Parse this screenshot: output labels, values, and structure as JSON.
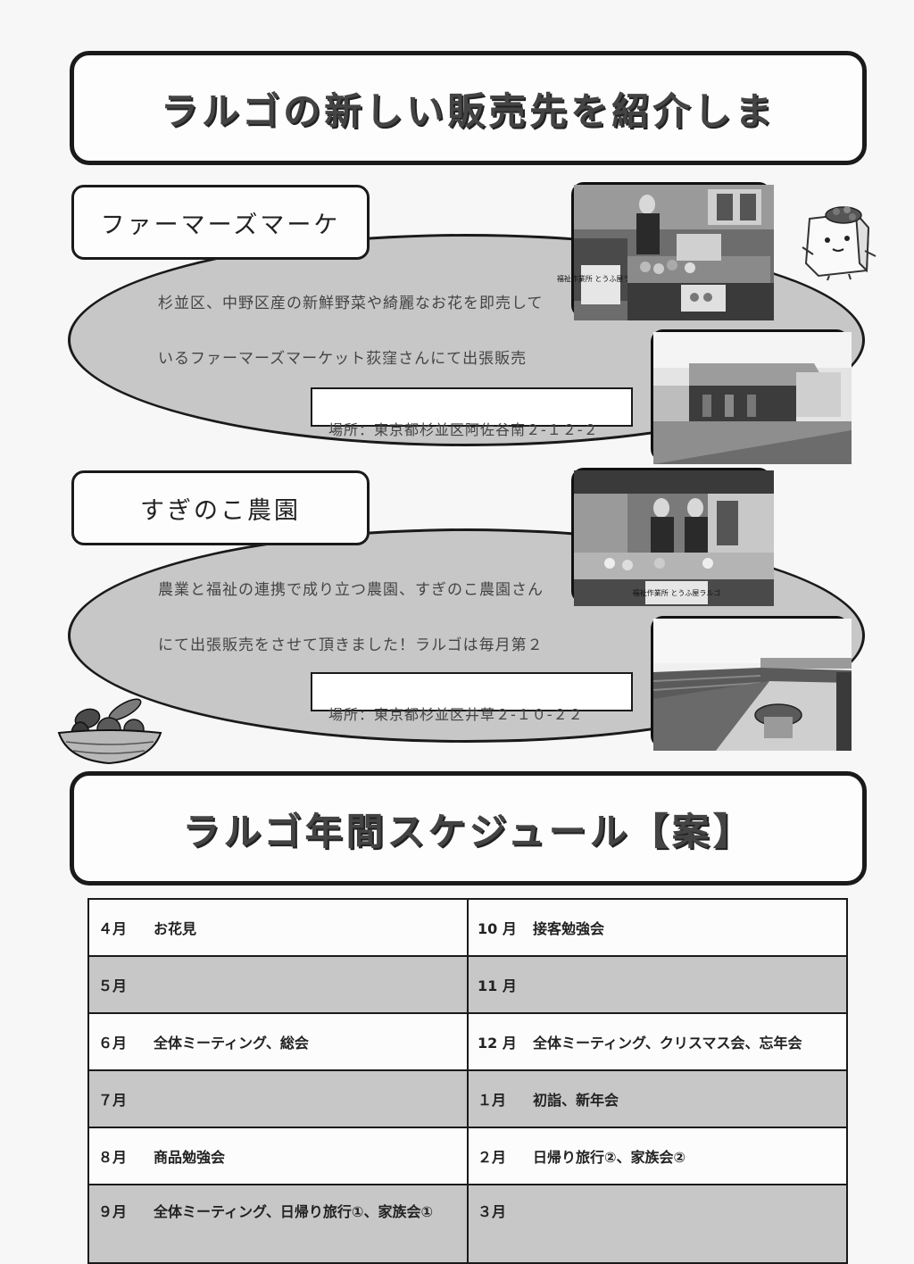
{
  "section1": {
    "title": "ラルゴの新しい販売先を紹介しま"
  },
  "shop1": {
    "name": "ファーマーズマーケ",
    "line1": "杉並区、中野区産の新鮮野菜や綺麗なお花を即売して",
    "line2": "いるファーマーズマーケット荻窪さんにて出張販売",
    "address": "場所：東京都杉並区阿佐谷南２-１２-２"
  },
  "shop2": {
    "name": "すぎのこ農園",
    "line1": "農業と福祉の連携で成り立つ農園、すぎのこ農園さん",
    "line2": "にて出張販売をさせて頂きました！ラルゴは毎月第２",
    "address": "場所：東京都杉並区井草２-１０-２２"
  },
  "photos": {
    "stall1_sign": "福祉作業所 とうふ屋ラルゴ",
    "stall2_sign": "福祉作業所 とうふ屋ラルゴ"
  },
  "section2": {
    "title": "ラルゴ年間スケジュール【案】"
  },
  "schedule": [
    {
      "left_month": "４月",
      "left_event": "お花見",
      "right_month": "10 月",
      "right_event": "接客勉強会"
    },
    {
      "left_month": "５月",
      "left_event": "",
      "right_month": "11 月",
      "right_event": ""
    },
    {
      "left_month": "６月",
      "left_event": "全体ミーティング、総会",
      "right_month": "12 月",
      "right_event": "全体ミーティング、クリスマス会、忘年会"
    },
    {
      "left_month": "７月",
      "left_event": "",
      "right_month": "１月",
      "right_event": "初詣、新年会"
    },
    {
      "left_month": "８月",
      "left_event": "商品勉強会",
      "right_month": "２月",
      "right_event": "日帰り旅行②、家族会②"
    },
    {
      "left_month": "９月",
      "left_event": "全体ミーティング、日帰り旅行①、家族会①",
      "right_month": "３月",
      "right_event": ""
    }
  ],
  "colors": {
    "ellipse_fill": "#c7c7c7",
    "border": "#1a1a1a",
    "row_shade": "#c7c7c7"
  }
}
